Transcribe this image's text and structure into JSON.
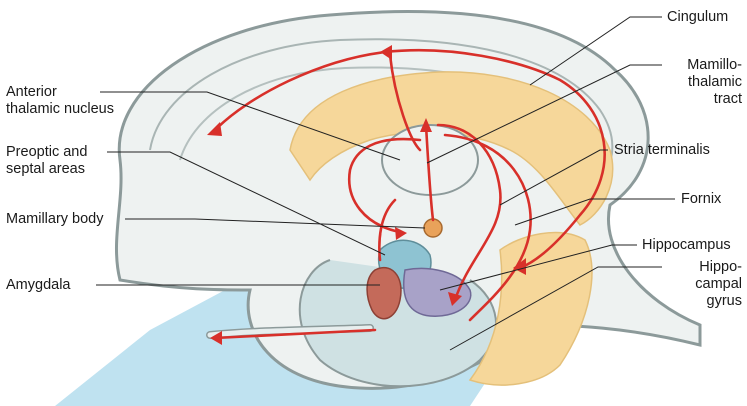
{
  "labels": {
    "cingulum": "Cingulum",
    "mamillothalamic": [
      "Mamillo-",
      "thalamic",
      "tract"
    ],
    "anterior": [
      "Anterior",
      "thalamic nucleus"
    ],
    "stria": "Stria terminalis",
    "preoptic": [
      "Preoptic and",
      "septal areas"
    ],
    "fornix": "Fornix",
    "mamillary": "Mamillary body",
    "hippocampus": "Hippocampus",
    "amygdala": "Amygdala",
    "hippocampal_gyrus": [
      "Hippo-",
      "campal",
      "gyrus"
    ]
  },
  "colors": {
    "pathway": "#d8302a",
    "fornix_fill": "#f6d79a",
    "brain_outline": "#8c9a9a",
    "brain_fill": "#eef2f1",
    "brainstem_fill": "#b9dfee",
    "amygdala_fill": "#c46a5a",
    "hippocampus_fill": "#a8a2c8",
    "septal_fill": "#8ec3d2"
  }
}
